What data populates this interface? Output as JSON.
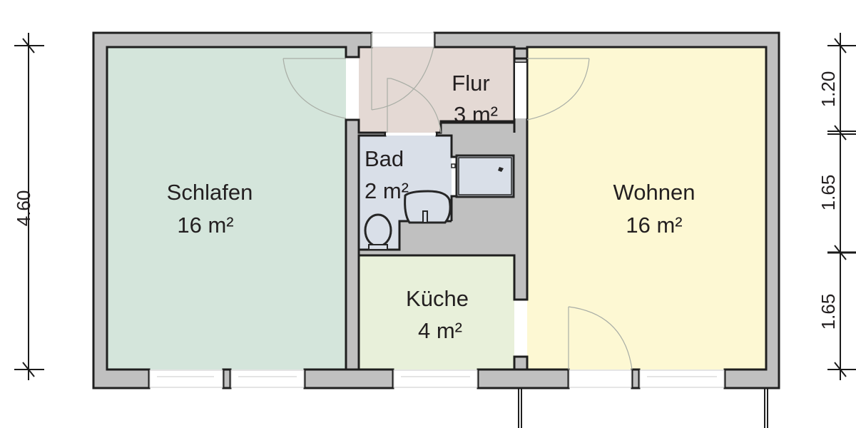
{
  "plan": {
    "colors": {
      "wall_fill": "#c0c0c0",
      "wall_stroke": "#1f1f1f",
      "schlafen": "#d4e5db",
      "flur": "#e4d9d4",
      "bad": "#d9dfe8",
      "kueche": "#e8f0da",
      "wohnen": "#fdf8d3"
    },
    "rooms": [
      {
        "id": "schlafen",
        "name": "Schlafen",
        "area": "16 m²"
      },
      {
        "id": "flur",
        "name": "Flur",
        "area": "3 m²"
      },
      {
        "id": "bad",
        "name": "Bad",
        "area": "2 m²"
      },
      {
        "id": "kueche",
        "name": "Küche",
        "area": "4 m²"
      },
      {
        "id": "wohnen",
        "name": "Wohnen",
        "area": "16 m²"
      }
    ],
    "dimensions": {
      "left": {
        "total": "4.60"
      },
      "right": {
        "segments": [
          "1.20",
          "1.65",
          "1.65"
        ]
      }
    }
  }
}
